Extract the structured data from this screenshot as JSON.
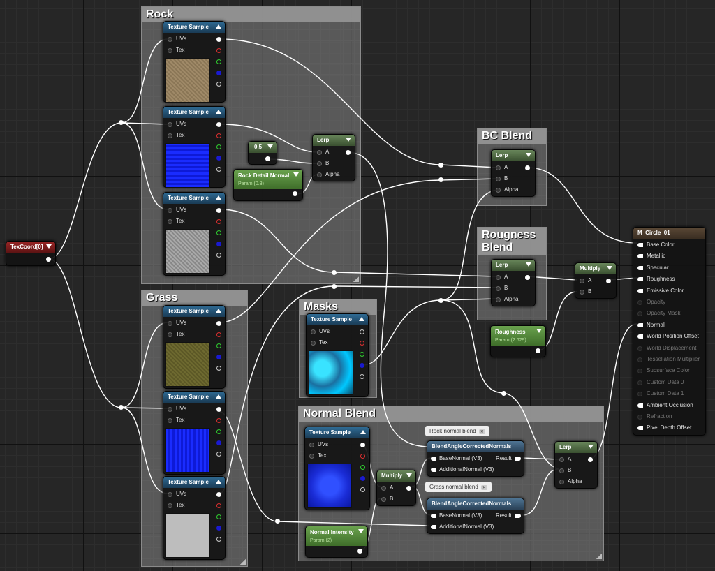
{
  "comments": {
    "rock": "Rock",
    "grass": "Grass",
    "masks": "Masks",
    "bc_blend": "BC Blend",
    "roughness_blend": "Rougness Blend",
    "normal_blend": "Normal Blend"
  },
  "texture_sample": {
    "title": "Texture Sample",
    "uvs": "UVs",
    "tex": "Tex"
  },
  "lerp": {
    "title": "Lerp",
    "a": "A",
    "b": "B",
    "alpha": "Alpha"
  },
  "multiply": {
    "title": "Multiply",
    "a": "A",
    "b": "B"
  },
  "texcoord": {
    "title": "TexCoord[0]"
  },
  "constant": {
    "value": "0.5"
  },
  "params": {
    "rock_detail_normal": {
      "name": "Rock Detail Normal",
      "sub": "Param (0.3)"
    },
    "roughness": {
      "name": "Roughness",
      "sub": "Param (2.629)"
    },
    "normal_intensity": {
      "name": "Normal Intensity",
      "sub": "Param (2)"
    }
  },
  "blend_normals": {
    "title": "BlendAngleCorrectedNormals",
    "base": "BaseNormal (V3)",
    "additional": "AdditionalNormal (V3)",
    "result": "Result"
  },
  "bubbles": {
    "rock": "Rock normal blend",
    "grass": "Grass normal blend",
    "close": "✕"
  },
  "material": {
    "title": "M_Circle_01",
    "pins": [
      {
        "label": "Base Color",
        "active": true
      },
      {
        "label": "Metallic",
        "active": true
      },
      {
        "label": "Specular",
        "active": true
      },
      {
        "label": "Roughness",
        "active": true
      },
      {
        "label": "Emissive Color",
        "active": true
      },
      {
        "label": "Opacity",
        "active": false
      },
      {
        "label": "Opacity Mask",
        "active": false
      },
      {
        "label": "Normal",
        "active": true
      },
      {
        "label": "World Position Offset",
        "active": true
      },
      {
        "label": "World Displacement",
        "active": false
      },
      {
        "label": "Tessellation Multiplier",
        "active": false
      },
      {
        "label": "Subsurface Color",
        "active": false
      },
      {
        "label": "Custom Data 0",
        "active": false
      },
      {
        "label": "Custom Data 1",
        "active": false
      },
      {
        "label": "Ambient Occlusion",
        "active": true
      },
      {
        "label": "Refraction",
        "active": false
      },
      {
        "label": "Pixel Depth Offset",
        "active": true
      }
    ]
  },
  "colors": {
    "texture_header": "#2f6a93",
    "param_header": "#6aa24e",
    "texcoord_header": "#9b2626",
    "wire": "#ffffff"
  }
}
